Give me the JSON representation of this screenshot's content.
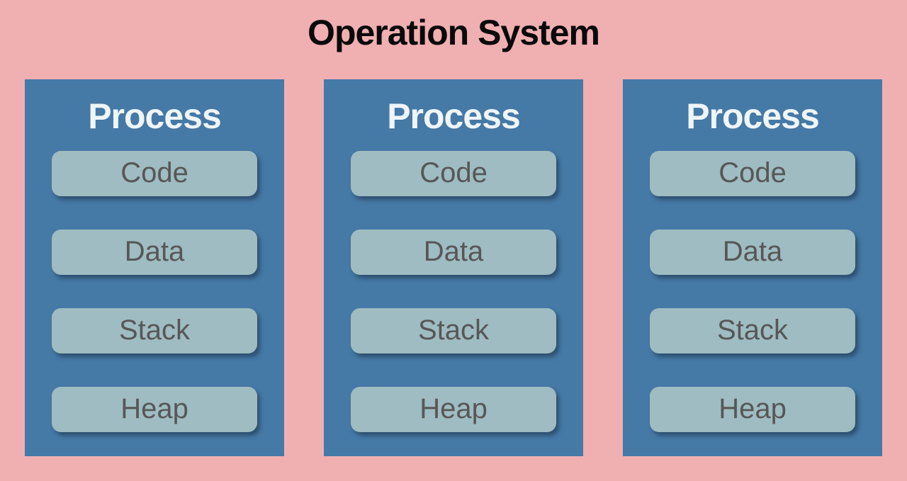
{
  "title": "Operation System",
  "colors": {
    "background": "#F0AFB1",
    "process_box": "#4579A6",
    "segment_fill": "#9EBCC1",
    "segment_text": "#575757",
    "process_title_text": "#EFF5F8",
    "main_title_text": "#0A0A0A"
  },
  "processes": [
    {
      "label": "Process",
      "segments": [
        "Code",
        "Data",
        "Stack",
        "Heap"
      ]
    },
    {
      "label": "Process",
      "segments": [
        "Code",
        "Data",
        "Stack",
        "Heap"
      ]
    },
    {
      "label": "Process",
      "segments": [
        "Code",
        "Data",
        "Stack",
        "Heap"
      ]
    }
  ]
}
